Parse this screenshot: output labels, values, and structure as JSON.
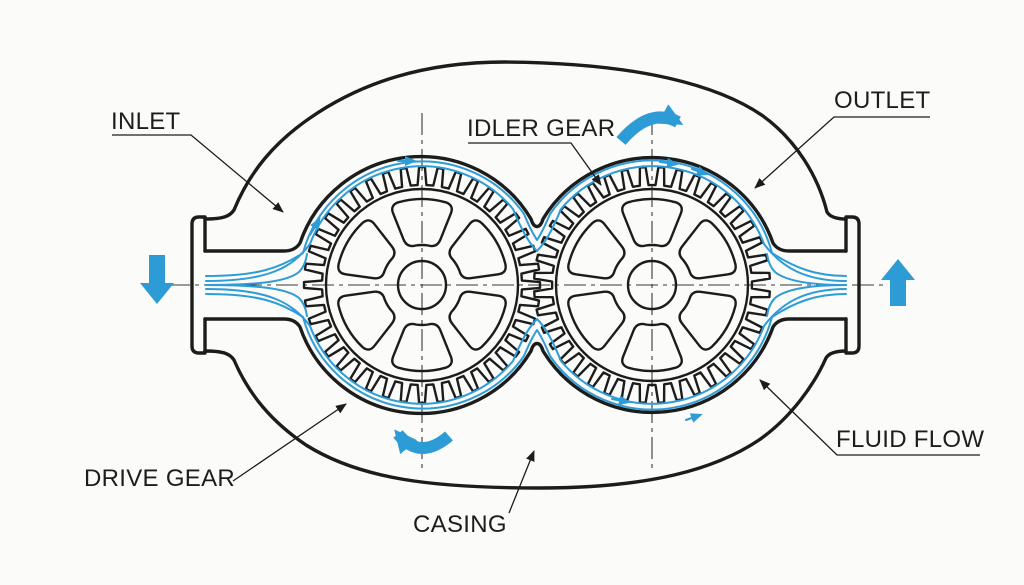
{
  "diagram": {
    "labels": {
      "inlet": "INLET",
      "idler_gear": "IDLER GEAR",
      "outlet": "OUTLET",
      "drive_gear": "DRIVE GEAR",
      "casing": "CASING",
      "fluid_flow": "FLUID FLOW"
    },
    "colors": {
      "flow_line": "#2E9CD6",
      "flow_arrow": "#2D9BD5",
      "outline": "#1C1C1C",
      "centerline": "#3A3A3A",
      "label_text": "#1D1D1D",
      "background": "#FBFBF9"
    }
  }
}
